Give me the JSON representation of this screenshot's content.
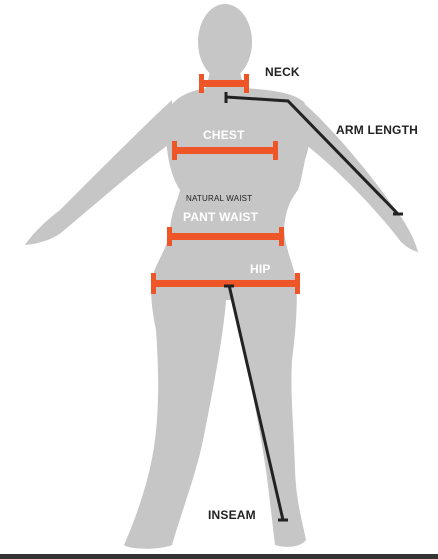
{
  "colors": {
    "body": "#c6c6c6",
    "tape": "#ee5527",
    "line": "#222222",
    "label": "#222222",
    "label_on_body": "#ffffff",
    "ground": "#333333"
  },
  "labels": {
    "neck": "NECK",
    "arm_length": "ARM LENGTH",
    "chest": "CHEST",
    "natural_waist": "NATURAL WAIST",
    "pant_waist": "PANT WAIST",
    "hip": "HIP",
    "inseam": "INSEAM"
  }
}
